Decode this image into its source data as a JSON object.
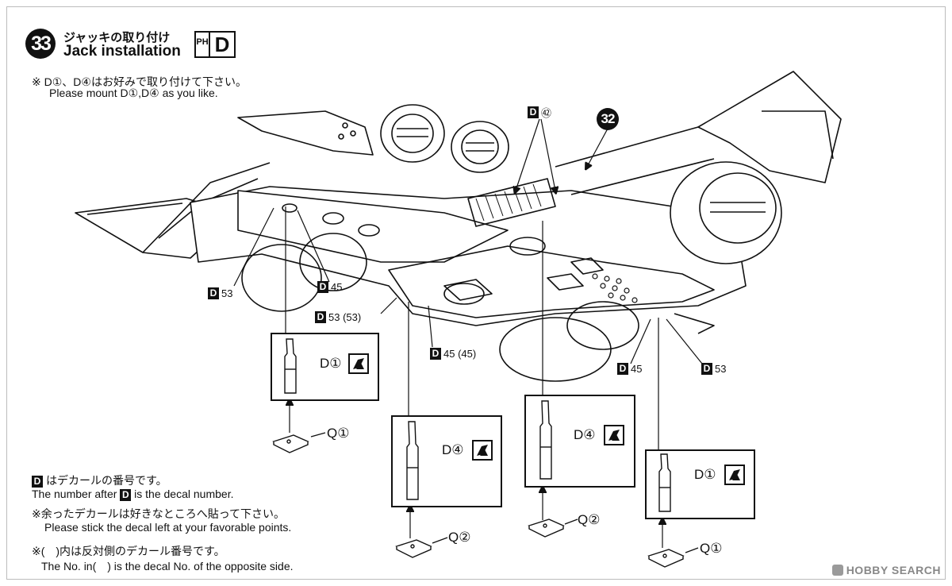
{
  "step": {
    "number": "33",
    "title_jp": "ジャッキの取り付け",
    "title_en": "Jack installation",
    "phd_icon": {
      "ph": "PH",
      "d": "D"
    }
  },
  "optional_note": {
    "jp": "※ D①、D④はお好みで取り付けて下さい。",
    "en": "Please mount D①,D④ as you like."
  },
  "ref_step": "32",
  "decal_labels": [
    {
      "badge": "D",
      "text": "㊷"
    },
    {
      "badge": "D",
      "text": "53"
    },
    {
      "badge": "D",
      "text": "45"
    },
    {
      "badge": "D",
      "text": "53 (53)"
    },
    {
      "badge": "D",
      "text": "45 (45)"
    },
    {
      "badge": "D",
      "text": "45"
    },
    {
      "badge": "D",
      "text": "53"
    }
  ],
  "callouts": [
    {
      "label": "D①",
      "part": "Q①"
    },
    {
      "label": "D④",
      "part": "Q②"
    },
    {
      "label": "D④",
      "part": "Q②"
    },
    {
      "label": "D①",
      "part": "Q①"
    }
  ],
  "footer": {
    "decal_badge": "D",
    "decal_jp": "はデカールの番号です。",
    "decal_en_pre": "The number after",
    "decal_en_post": "is the decal number.",
    "leftover_jp": "※余ったデカールは好きなところへ貼って下さい。",
    "leftover_en": "Please stick the decal left at your favorable points.",
    "opposite_jp": "※(　)内は反対側のデカール番号です。",
    "opposite_en": "The No. in(　) is the decal No. of the opposite side."
  },
  "watermark": "HOBBY SEARCH"
}
